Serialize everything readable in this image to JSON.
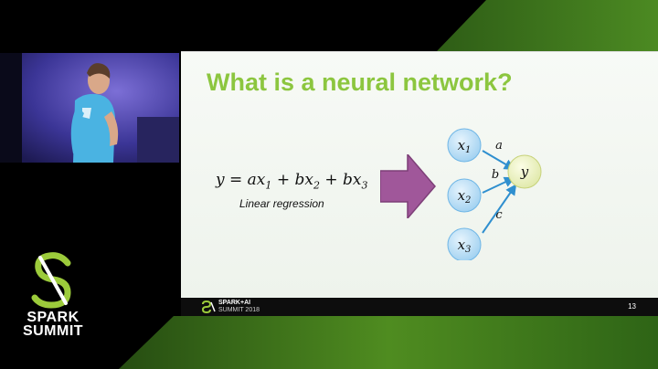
{
  "slide": {
    "title": "What is a neural network?",
    "equation": {
      "lhs": "y",
      "terms": [
        "ax",
        "1",
        "+ bx",
        "2",
        "+ bx",
        "3"
      ]
    },
    "caption": "Linear regression",
    "network": {
      "inputs": [
        "x1",
        "x2",
        "x3"
      ],
      "output": "y",
      "weights": [
        "a",
        "b",
        "c"
      ]
    },
    "footer": {
      "brand_line1": "SPARK+AI",
      "brand_line2": "SUMMIT 2018",
      "slide_number": "13"
    }
  },
  "conference": {
    "logo_line1": "SPARK",
    "logo_line2": "SUMMIT"
  },
  "colors": {
    "title_green": "#8cc63f",
    "brand_green": "#9ccb3b",
    "arrow_purple": "#a0579a",
    "node_blue": "#bfe0f5",
    "node_yellow": "#f2f5c6",
    "edge_blue": "#2f8fcf"
  },
  "icons": [
    "spark-summit-logo-icon",
    "arrow-right-icon"
  ]
}
